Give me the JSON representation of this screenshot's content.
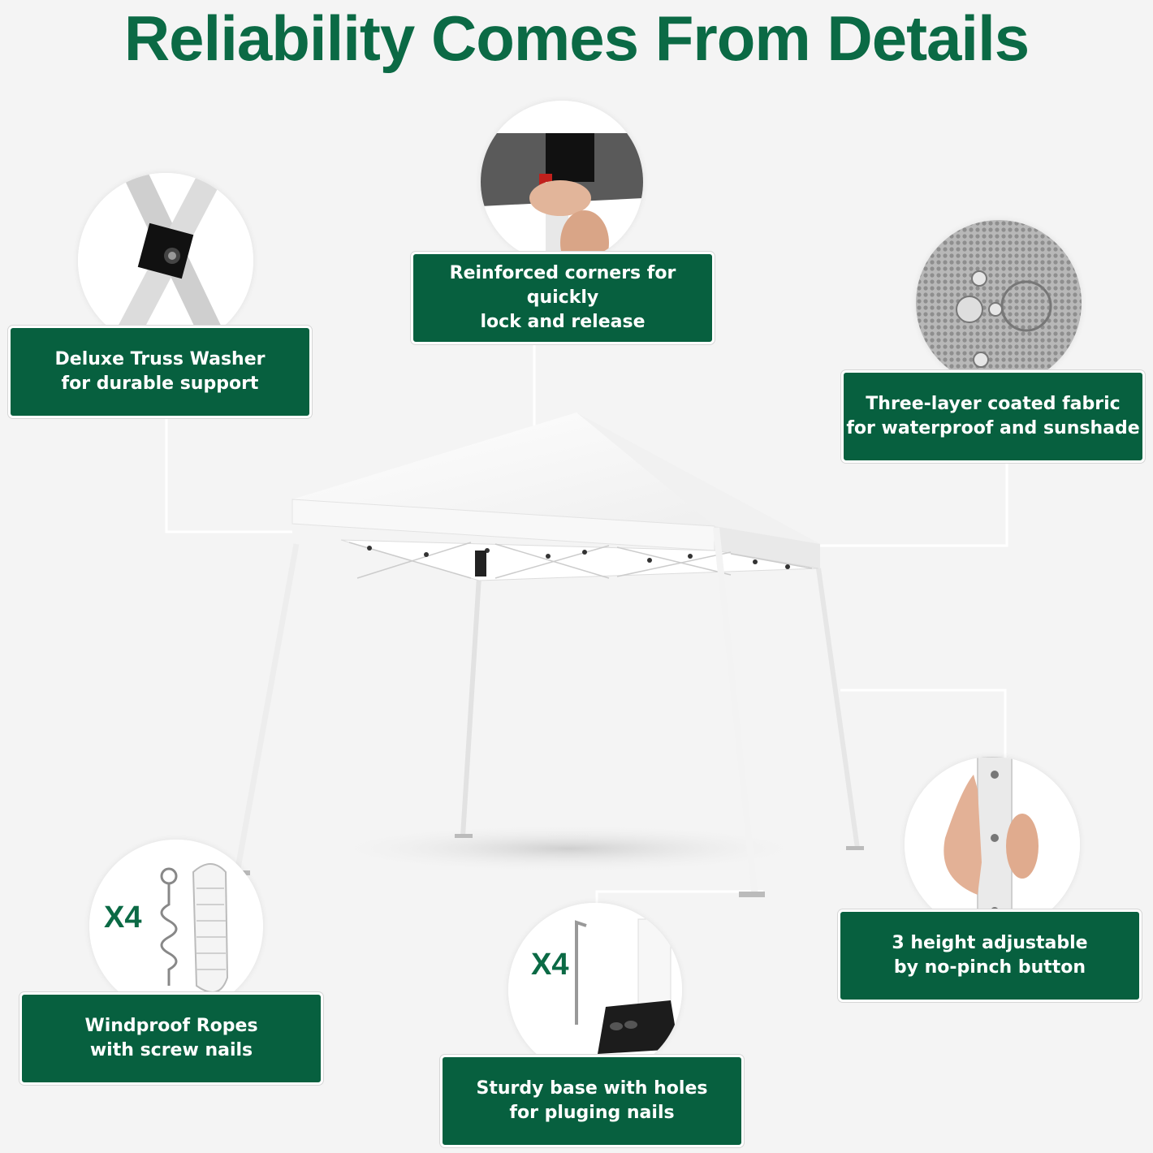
{
  "title": "Reliability Comes From Details",
  "features": {
    "truss_washer": {
      "line1": "Deluxe Truss Washer",
      "line2": "for durable support"
    },
    "corners": {
      "line1": "Reinforced corners for quickly",
      "line2": "lock and release"
    },
    "fabric": {
      "line1": "Three-layer coated fabric",
      "line2": "for waterproof and sunshade"
    },
    "ropes": {
      "line1": "Windproof Ropes",
      "line2": "with screw nails",
      "badge": "X4"
    },
    "base": {
      "line1": "Sturdy base with holes",
      "line2": "for pluging nails",
      "badge": "X4"
    },
    "height": {
      "line1": "3 height adjustable",
      "line2": "by no-pinch button"
    }
  },
  "colors": {
    "brand_green": "#07603f",
    "title_green": "#0b6a45",
    "background": "#f4f4f4"
  }
}
